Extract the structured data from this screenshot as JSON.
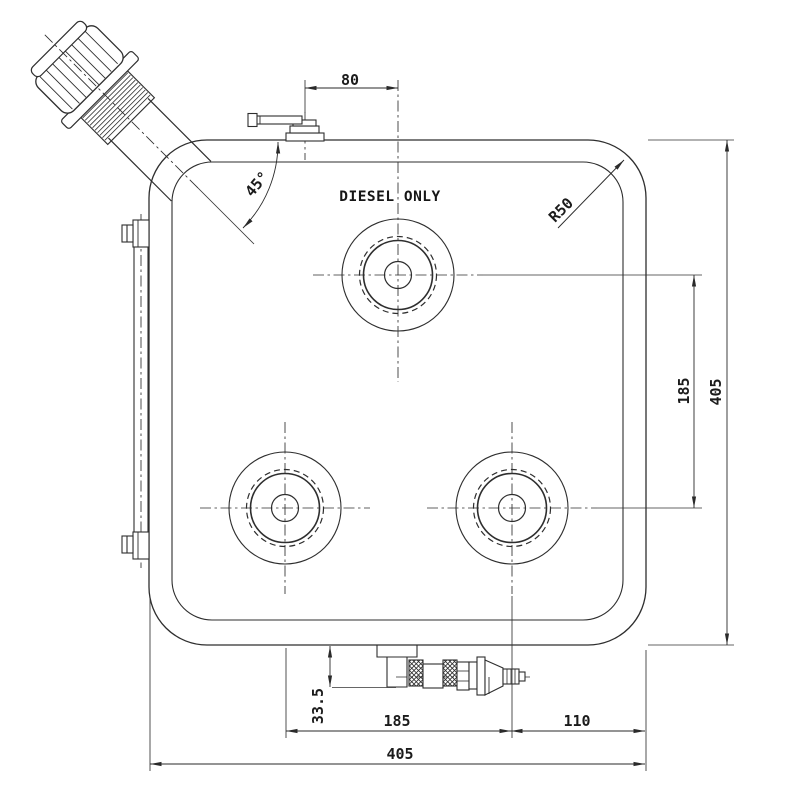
{
  "drawing": {
    "subject": "Diesel fuel tank engineering drawing, front view",
    "marking": "DIESEL ONLY",
    "callouts": {
      "corner_radius": "R50",
      "filler_neck_angle": "45°"
    },
    "dimensions_mm": {
      "vent_to_centre_offset": "80",
      "boss_vertical_spacing": "185",
      "overall_height": "405",
      "drain_valve_drop": "33.5",
      "boss_horizontal_spacing": "185",
      "boss_to_right_edge": "110",
      "overall_width": "405"
    },
    "colors": {
      "background": "#ffffff",
      "line": "#2e2e2e",
      "text": "#1b1b1b"
    }
  }
}
